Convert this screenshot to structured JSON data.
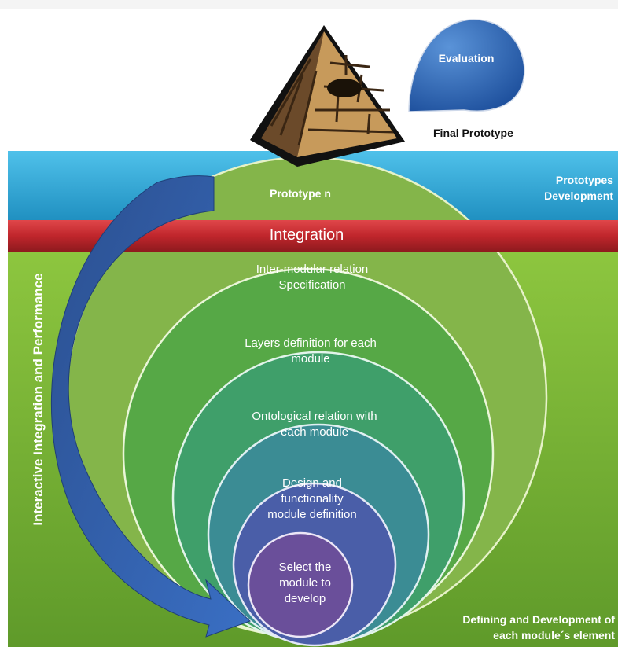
{
  "colors": {
    "top_band": "#33a8d6",
    "integration_band": "#c0262c",
    "green_area": "#8dc63f",
    "arrow": "#2d5a9e",
    "evaluation_bubble": "#2e66b5"
  },
  "labels": {
    "evaluation": "Evaluation",
    "final_prototype": "Final Prototype",
    "prototypes_development": "Prototypes Development",
    "prototype_n": "Prototype n",
    "integration": "Integration",
    "interactive_integration": "Interactive Integration and Performance",
    "defining_development": "Defining and Development of each module´s element"
  },
  "circles": [
    {
      "label": "Inter-modular relation Specification",
      "color": "#5fae3e"
    },
    {
      "label": "Layers definition for each module",
      "color": "#3f9f6a"
    },
    {
      "label": "Ontological relation with each module",
      "color": "#3a8b93"
    },
    {
      "label": "Design and functionality module definition",
      "color": "#4a5ea8"
    },
    {
      "label": "Select the module to develop",
      "color": "#6a4f9a"
    }
  ]
}
